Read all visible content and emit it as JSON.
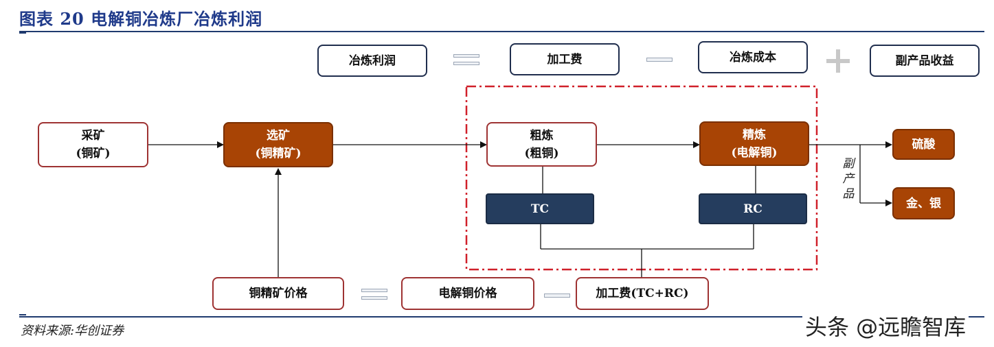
{
  "header": {
    "title": "图表 20 电解铜冶炼厂冶炼利润"
  },
  "formula": {
    "profit": "冶炼利润",
    "fee": "加工费",
    "cost": "冶炼成本",
    "byproduct_income": "副产品收益"
  },
  "flow": {
    "mining_line1": "采矿",
    "mining_line2": "(铜矿)",
    "dressing_line1": "选矿",
    "dressing_line2": "(铜精矿)",
    "rough_line1": "粗炼",
    "rough_line2": "(粗铜)",
    "refine_line1": "精炼",
    "refine_line2": "(电解铜)",
    "tc": "TC",
    "rc": "RC",
    "sulfuric_acid": "硫酸",
    "gold_silver": "金、银",
    "byproduct_chars": [
      "副",
      "产",
      "品"
    ]
  },
  "price_formula": {
    "concentrate_price": "铜精矿价格",
    "cathode_price": "电解铜价格",
    "fee_tc_rc": "加工费(TC+RC)"
  },
  "footer": {
    "source": "资料来源:华创证券",
    "watermark": "头条 @远瞻智库"
  },
  "colors": {
    "brown": "#a84405",
    "navy": "#253d5e",
    "red_dashed": "#d0202a",
    "title_blue": "#1f3a8a"
  }
}
